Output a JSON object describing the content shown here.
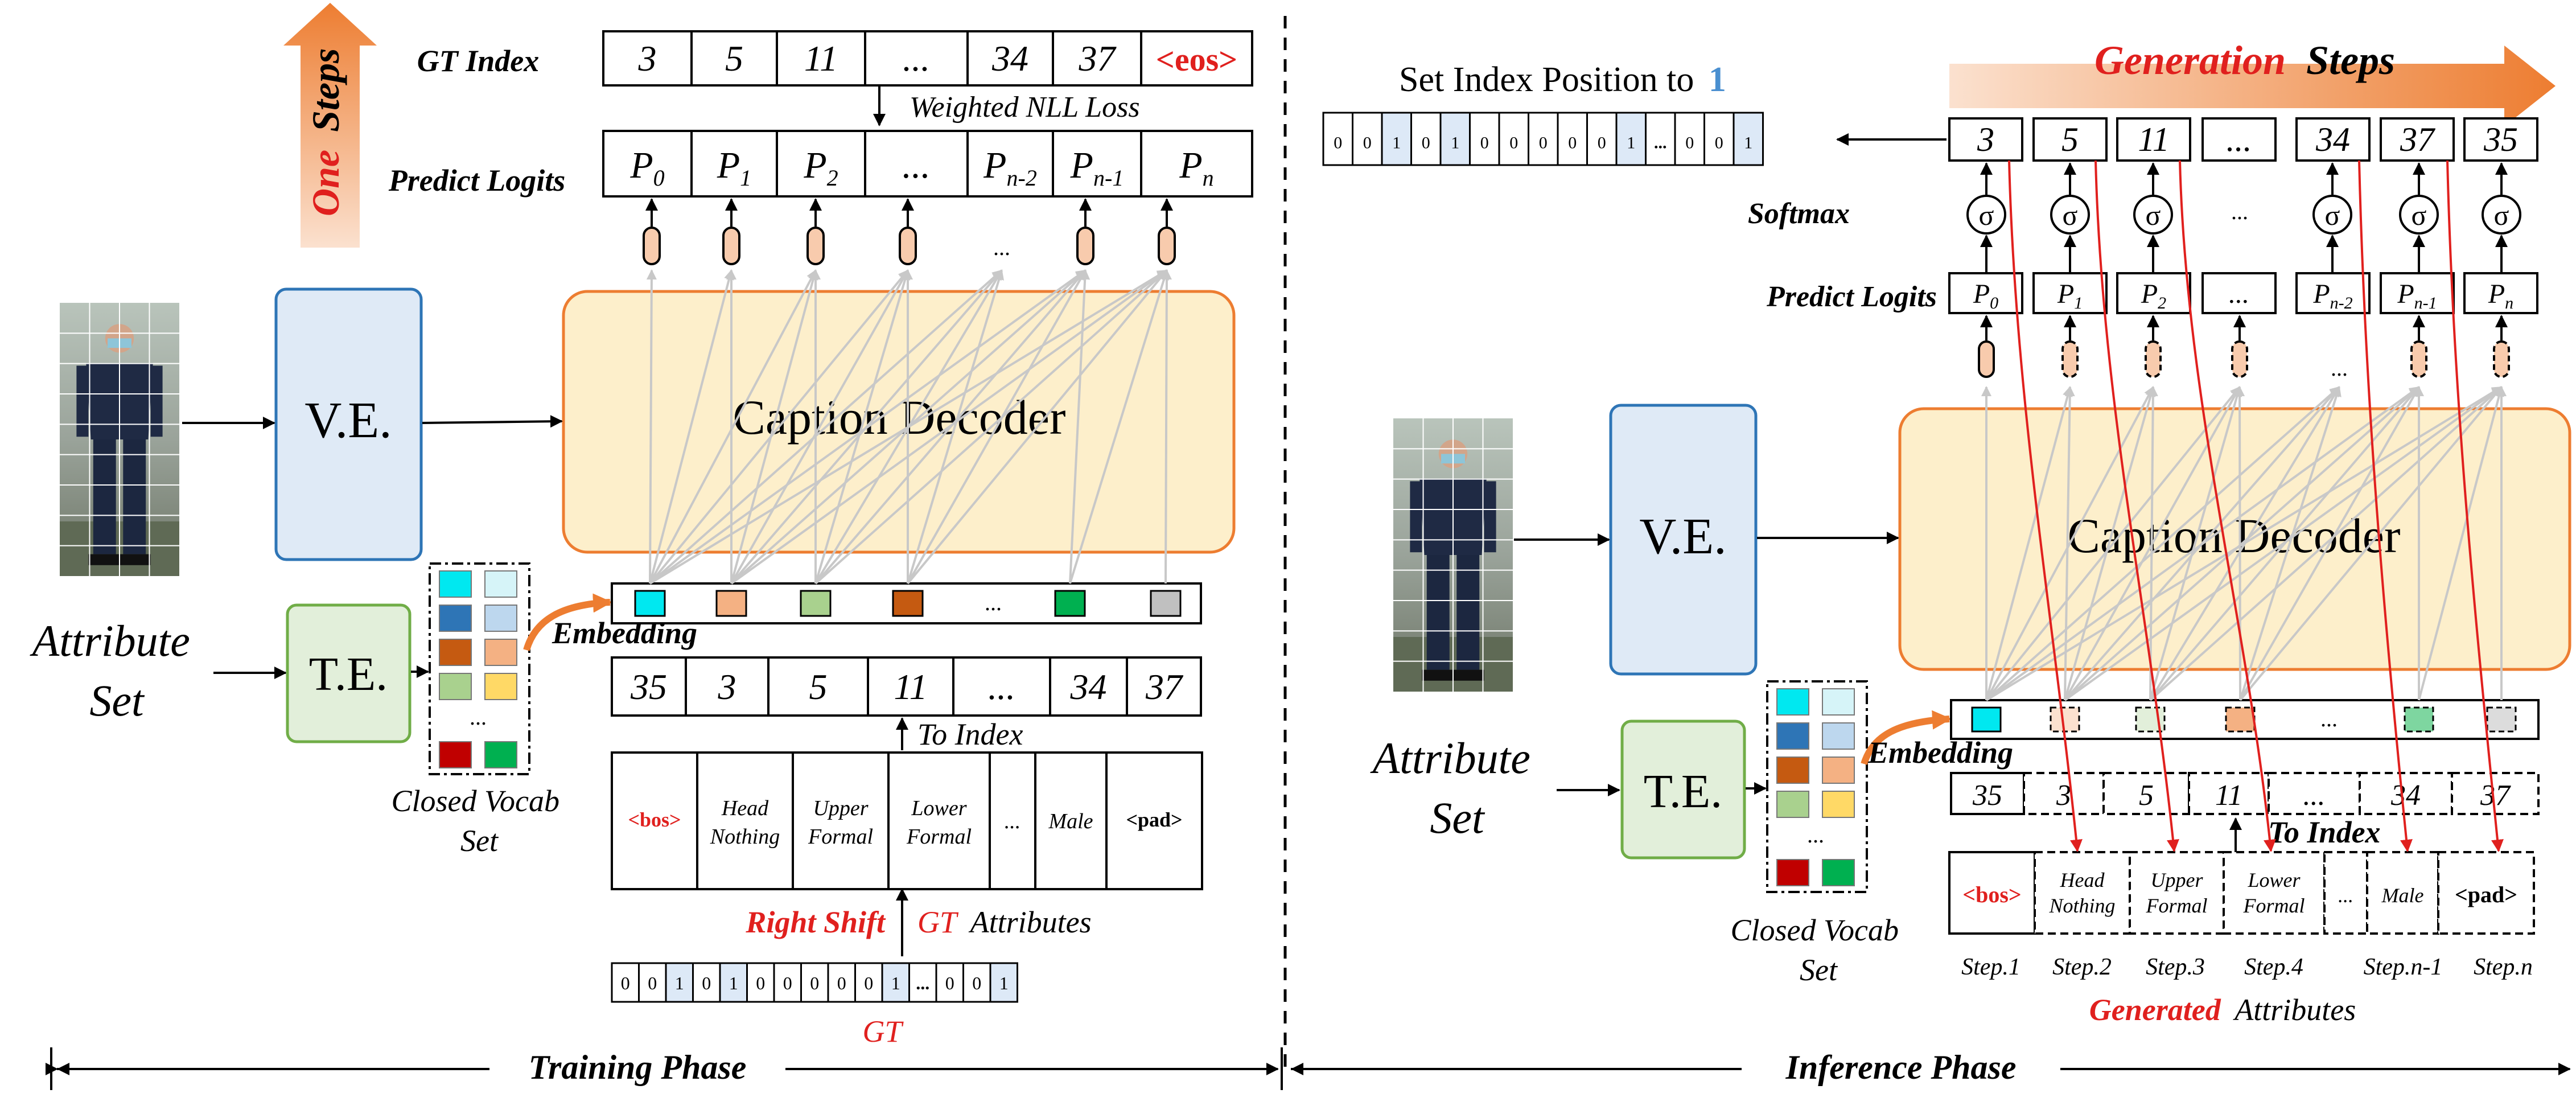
{
  "colors": {
    "red": "#e0201e",
    "blue": "#4a8fd0",
    "decoder_fill": "#fdefcb",
    "decoder_stroke": "#ed7d31",
    "ve_fill": "#dfeaf6",
    "ve_stroke": "#2e75b6",
    "te_fill": "#e2efda",
    "te_stroke": "#70ad47",
    "logit_cap": "#f8cbad",
    "highlight": "#dde9f7",
    "orange_arrow": "#ed7d31"
  },
  "training": {
    "phase_label": "Training Phase",
    "axis_one": "One",
    "axis_steps": "Steps",
    "gt_index_label": "GT Index",
    "gt_index": [
      "3",
      "5",
      "11",
      "...",
      "34",
      "37",
      "<eos>"
    ],
    "loss_label": "Weighted NLL Loss",
    "predict_logits_label": "Predict Logits",
    "logits": [
      {
        "base": "P",
        "sub": "0"
      },
      {
        "base": "P",
        "sub": "1"
      },
      {
        "base": "P",
        "sub": "2"
      },
      {
        "base": "...",
        "sub": ""
      },
      {
        "base": "P",
        "sub": "n-2"
      },
      {
        "base": "P",
        "sub": "n-1"
      },
      {
        "base": "P",
        "sub": "n"
      }
    ],
    "caps_ellipsis": "...",
    "decoder_label": "Caption Decoder",
    "ve_label": "V.E.",
    "te_label": "T.E.",
    "attribute_set": [
      "Attribute",
      "Set"
    ],
    "vocab_label": [
      "Closed Vocab",
      "Set"
    ],
    "vocab_ellipsis": "...",
    "embedding_label": "Embedding",
    "embedding_ellipsis": "...",
    "embedding_colors": [
      "#00e8f0",
      "#f4b183",
      "#a9d18e",
      "#c55a11",
      "#00b050",
      "#c0c0c0"
    ],
    "input_index": [
      "35",
      "3",
      "5",
      "11",
      "...",
      "34",
      "37"
    ],
    "to_index_label": "To Index",
    "attributes": [
      "<bos>",
      "Head Nothing",
      "Upper Formal",
      "Lower Formal",
      "...",
      "Male",
      "<pad>"
    ],
    "right_shift_label": "Right Shift",
    "gt_word": "GT",
    "attributes_word": "Attributes",
    "binary_vector": [
      "0",
      "0",
      "1",
      "0",
      "1",
      "0",
      "0",
      "0",
      "0",
      "0",
      "1",
      "...",
      "0",
      "0",
      "1"
    ],
    "gt_caption": "GT"
  },
  "inference": {
    "phase_label": "Inference Phase",
    "generation_word": "Generation",
    "steps_word": "Steps",
    "set_index_title": "Set Index Position to",
    "set_index_value": "1",
    "set_index_vector": [
      "0",
      "0",
      "1",
      "0",
      "1",
      "0",
      "0",
      "0",
      "0",
      "0",
      "1",
      "...",
      "0",
      "0",
      "1"
    ],
    "generated_index": [
      "3",
      "5",
      "11",
      "...",
      "34",
      "37",
      "35"
    ],
    "softmax_label": "Softmax",
    "sigma": "σ",
    "sigma_ellipsis": "...",
    "predict_logits_label": "Predict Logits",
    "logits": [
      {
        "base": "P",
        "sub": "0"
      },
      {
        "base": "P",
        "sub": "1"
      },
      {
        "base": "P",
        "sub": "2"
      },
      {
        "base": "...",
        "sub": ""
      },
      {
        "base": "P",
        "sub": "n-2"
      },
      {
        "base": "P",
        "sub": "n-1"
      },
      {
        "base": "P",
        "sub": "n"
      }
    ],
    "caps_ellipsis": "...",
    "decoder_label": "Caption Decoder",
    "ve_label": "V.E.",
    "te_label": "T.E.",
    "attribute_set": [
      "Attribute",
      "Set"
    ],
    "vocab_label": [
      "Closed Vocab",
      "Set"
    ],
    "vocab_ellipsis": "...",
    "embedding_label": "Embedding",
    "embedding_ellipsis": "...",
    "input_index": [
      "35",
      "3",
      "5",
      "11",
      "...",
      "34",
      "37"
    ],
    "to_index_label": "To Index",
    "attributes": [
      "<bos>",
      "Head Nothing",
      "Upper Formal",
      "Lower Formal",
      "...",
      "Male",
      "<pad>"
    ],
    "step_labels": [
      "Step.1",
      "Step.2",
      "Step.3",
      "Step.4",
      "Step.n-1",
      "Step.n"
    ],
    "generated_word": "Generated",
    "attributes_word": "Attributes"
  },
  "vocab_colors": [
    [
      "#00e8f0",
      "#d6f4f8"
    ],
    [
      "#2e75b6",
      "#bdd7ee"
    ],
    [
      "#c55a11",
      "#f4b183"
    ],
    [
      "#a9d18e",
      "#ffd966"
    ],
    [
      "#c00000",
      "#00b050"
    ]
  ],
  "person_photo": {
    "jacket": "#1f2a44",
    "pants": "#1c2740",
    "skin": "#d2a58a",
    "background": "#9aa39a"
  }
}
